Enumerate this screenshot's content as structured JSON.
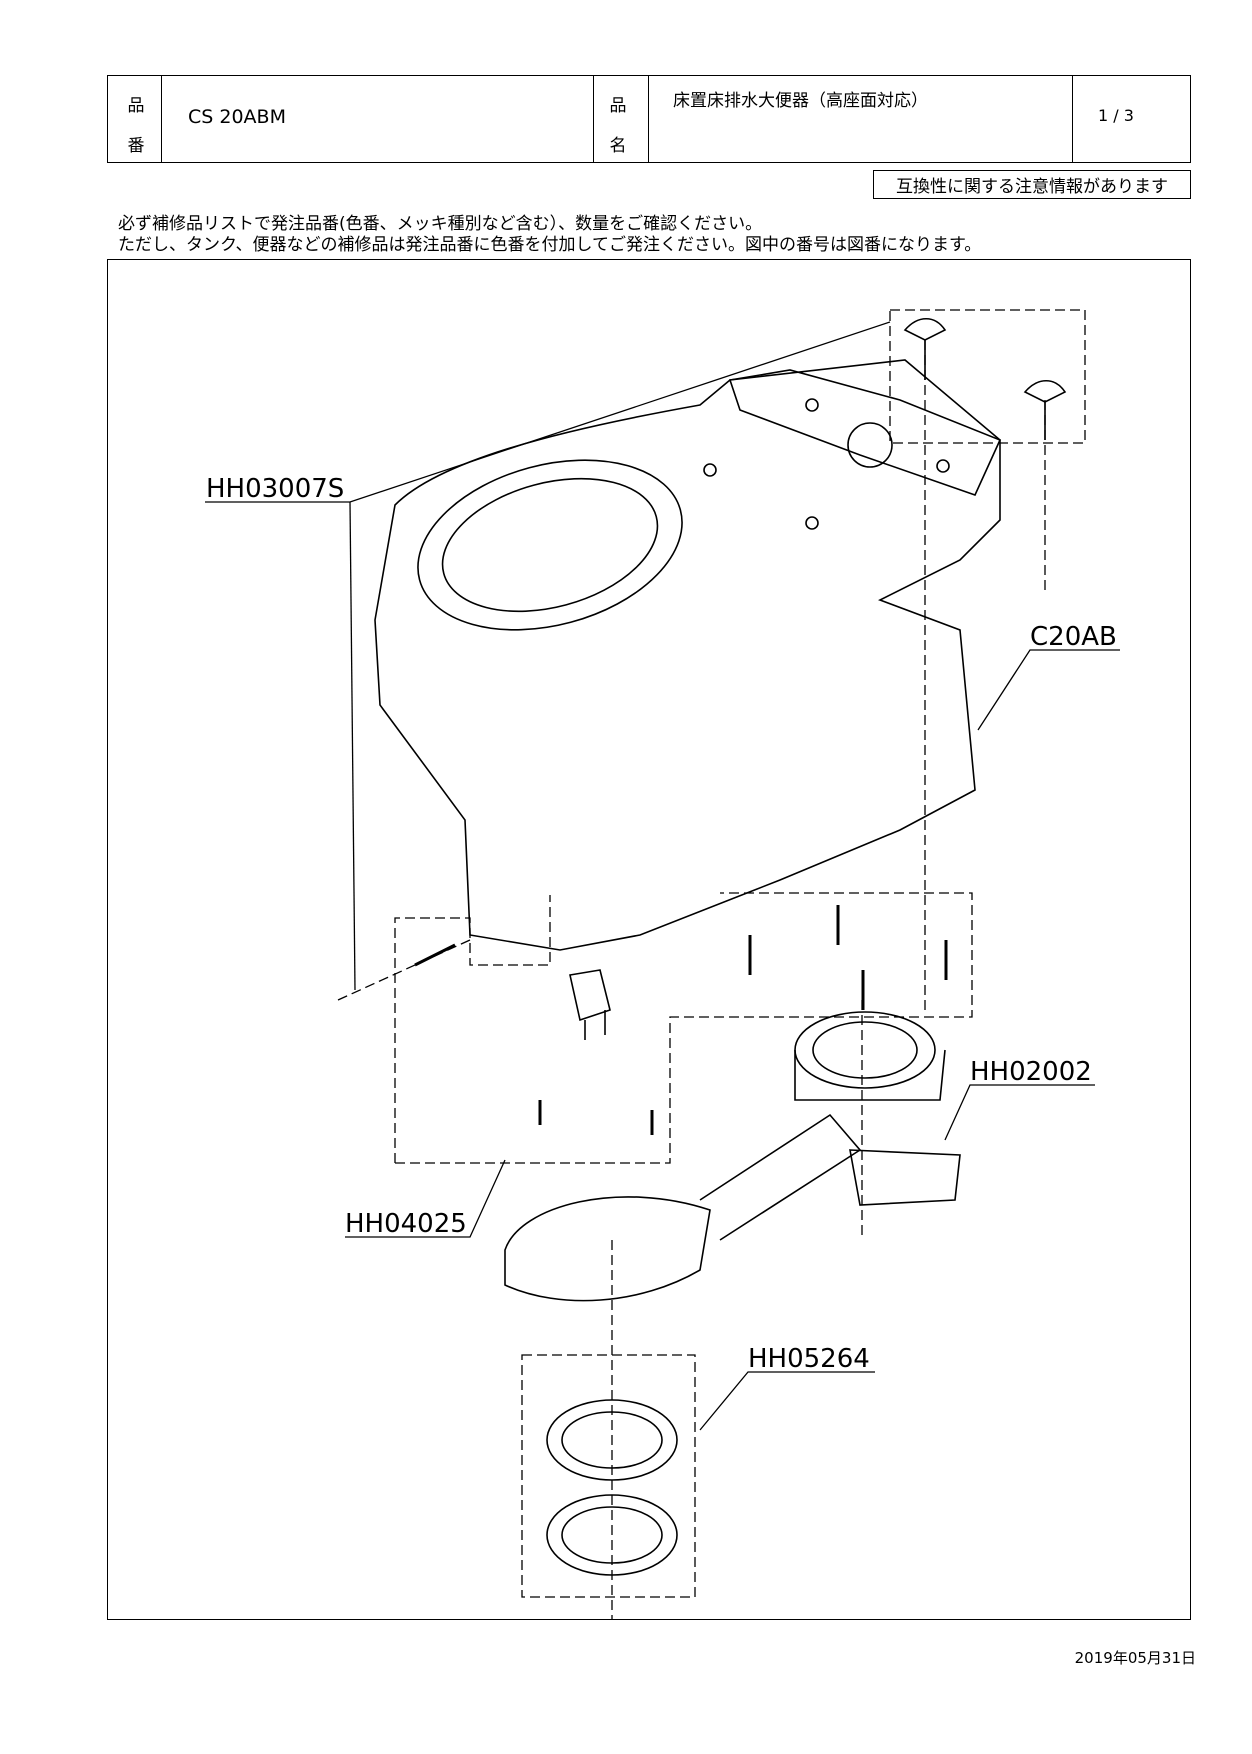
{
  "header": {
    "part_number_label": "品 番",
    "part_number": "CS 20ABM",
    "part_name_label": "品 名",
    "part_name": "床置床排水大便器（高座面対応）",
    "page": "1 / 3"
  },
  "notice": "互換性に関する注意情報があります",
  "instructions": [
    "必ず補修品リストで発注品番(色番、メッキ種別など含む）、数量をご確認ください。",
    "ただし、タンク、便器などの補修品は発注品番に色番を付加してご発注ください。図中の番号は図番になります。"
  ],
  "callouts": {
    "c1": "HH03007S",
    "c2": "C20AB",
    "c3": "HH02002",
    "c4": "HH04025",
    "c5": "HH05264"
  },
  "date": "2019年05月31日"
}
